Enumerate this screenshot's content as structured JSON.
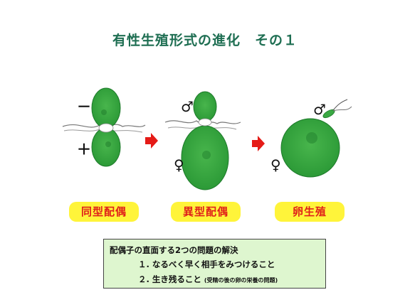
{
  "title": "有性生殖形式の進化　その１",
  "stages": [
    {
      "label": "同型配偶",
      "top_symbol": "－",
      "bottom_symbol": "＋"
    },
    {
      "label": "異型配偶",
      "top_symbol": "♂",
      "bottom_symbol": "♀"
    },
    {
      "label": "卵生殖",
      "top_symbol": "♂",
      "bottom_symbol": "♀"
    }
  ],
  "problems": {
    "heading": "配偶子の直面する2つの問題の解決",
    "item1": "１. なるべく早く相手をみつけること",
    "item2": "２. 生き残ること",
    "item2_note": "(受精の後の卵の栄養の問題)"
  },
  "colors": {
    "cell": "#2f9e3a",
    "cell_dark": "#1d7a2a",
    "arrow": "#e51b17",
    "label_bg": "#fff43a",
    "title": "#1e6e52"
  }
}
